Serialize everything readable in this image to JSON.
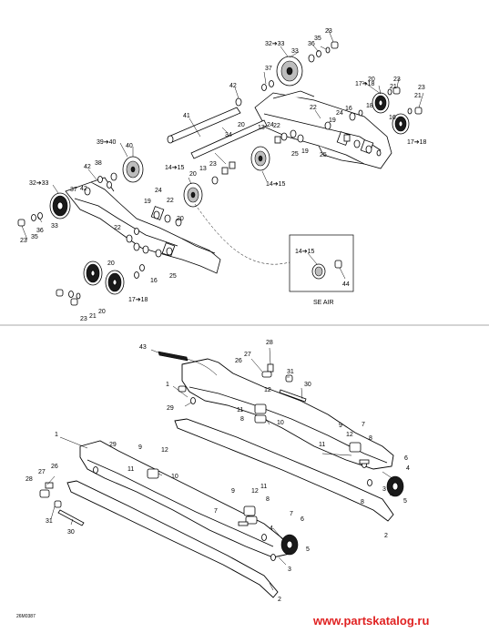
{
  "callouts_top": {
    "c01": "32➔33",
    "c02": "23",
    "c03": "33",
    "c04": "36",
    "c05": "35",
    "c06": "37",
    "c07": "42",
    "c08": "20",
    "c09": "17➔18",
    "c10": "23",
    "c11": "21",
    "c12": "23",
    "c13": "21",
    "c14": "22",
    "c15": "18",
    "c16": "41",
    "c17": "34",
    "c18": "16",
    "c19": "24",
    "c20": "19",
    "c21": "39➔40",
    "c22": "40",
    "c23": "13",
    "c24": "20",
    "c25": "22",
    "c26": "16",
    "c27": "17➔18",
    "c28": "24",
    "c29": "19",
    "c30": "25",
    "c31": "25",
    "c32": "38",
    "c33": "42",
    "c34": "14➔15",
    "c35": "23",
    "c36": "13",
    "c37": "20",
    "c38": "32➔33",
    "c39": "37",
    "c40": "42",
    "c41": "19",
    "c42": "24",
    "c43": "14➔15",
    "c44": "33",
    "c45": "22",
    "c46": "20",
    "c47": "22",
    "c48": "23",
    "c49": "35",
    "c50": "36",
    "c51": "16",
    "c52": "25",
    "c53": "20",
    "c54": "17➔18",
    "c55": "23",
    "c56": "21",
    "c57": "20",
    "c58": "14➔15",
    "c59": "44"
  },
  "se_air_label": "SE AIR",
  "callouts_bottom": {
    "b01": "43",
    "b02": "28",
    "b03": "27",
    "b04": "26",
    "b05": "31",
    "b06": "30",
    "b07": "1",
    "b08": "12",
    "b09": "29",
    "b10": "8",
    "b11": "11",
    "b12": "10",
    "b13": "9",
    "b14": "7",
    "b15": "12",
    "b16": "11",
    "b17": "8",
    "b18": "6",
    "b19": "4",
    "b20": "1",
    "b21": "29",
    "b22": "3",
    "b23": "9",
    "b24": "12",
    "b25": "5",
    "b26": "11",
    "b27": "8",
    "b28": "28",
    "b29": "27",
    "b30": "10",
    "b31": "26",
    "b32": "2",
    "b33": "9",
    "b34": "12",
    "b35": "11",
    "b36": "7",
    "b37": "8",
    "b38": "31",
    "b39": "7",
    "b40": "6",
    "b41": "4",
    "b42": "30",
    "b43": "5",
    "b44": "3",
    "b45": "2"
  },
  "figure_code": "26M0387",
  "watermark": "www.partskatalog.ru",
  "colors": {
    "watermark": "#e02222",
    "ink": "#000000",
    "background": "#ffffff"
  }
}
